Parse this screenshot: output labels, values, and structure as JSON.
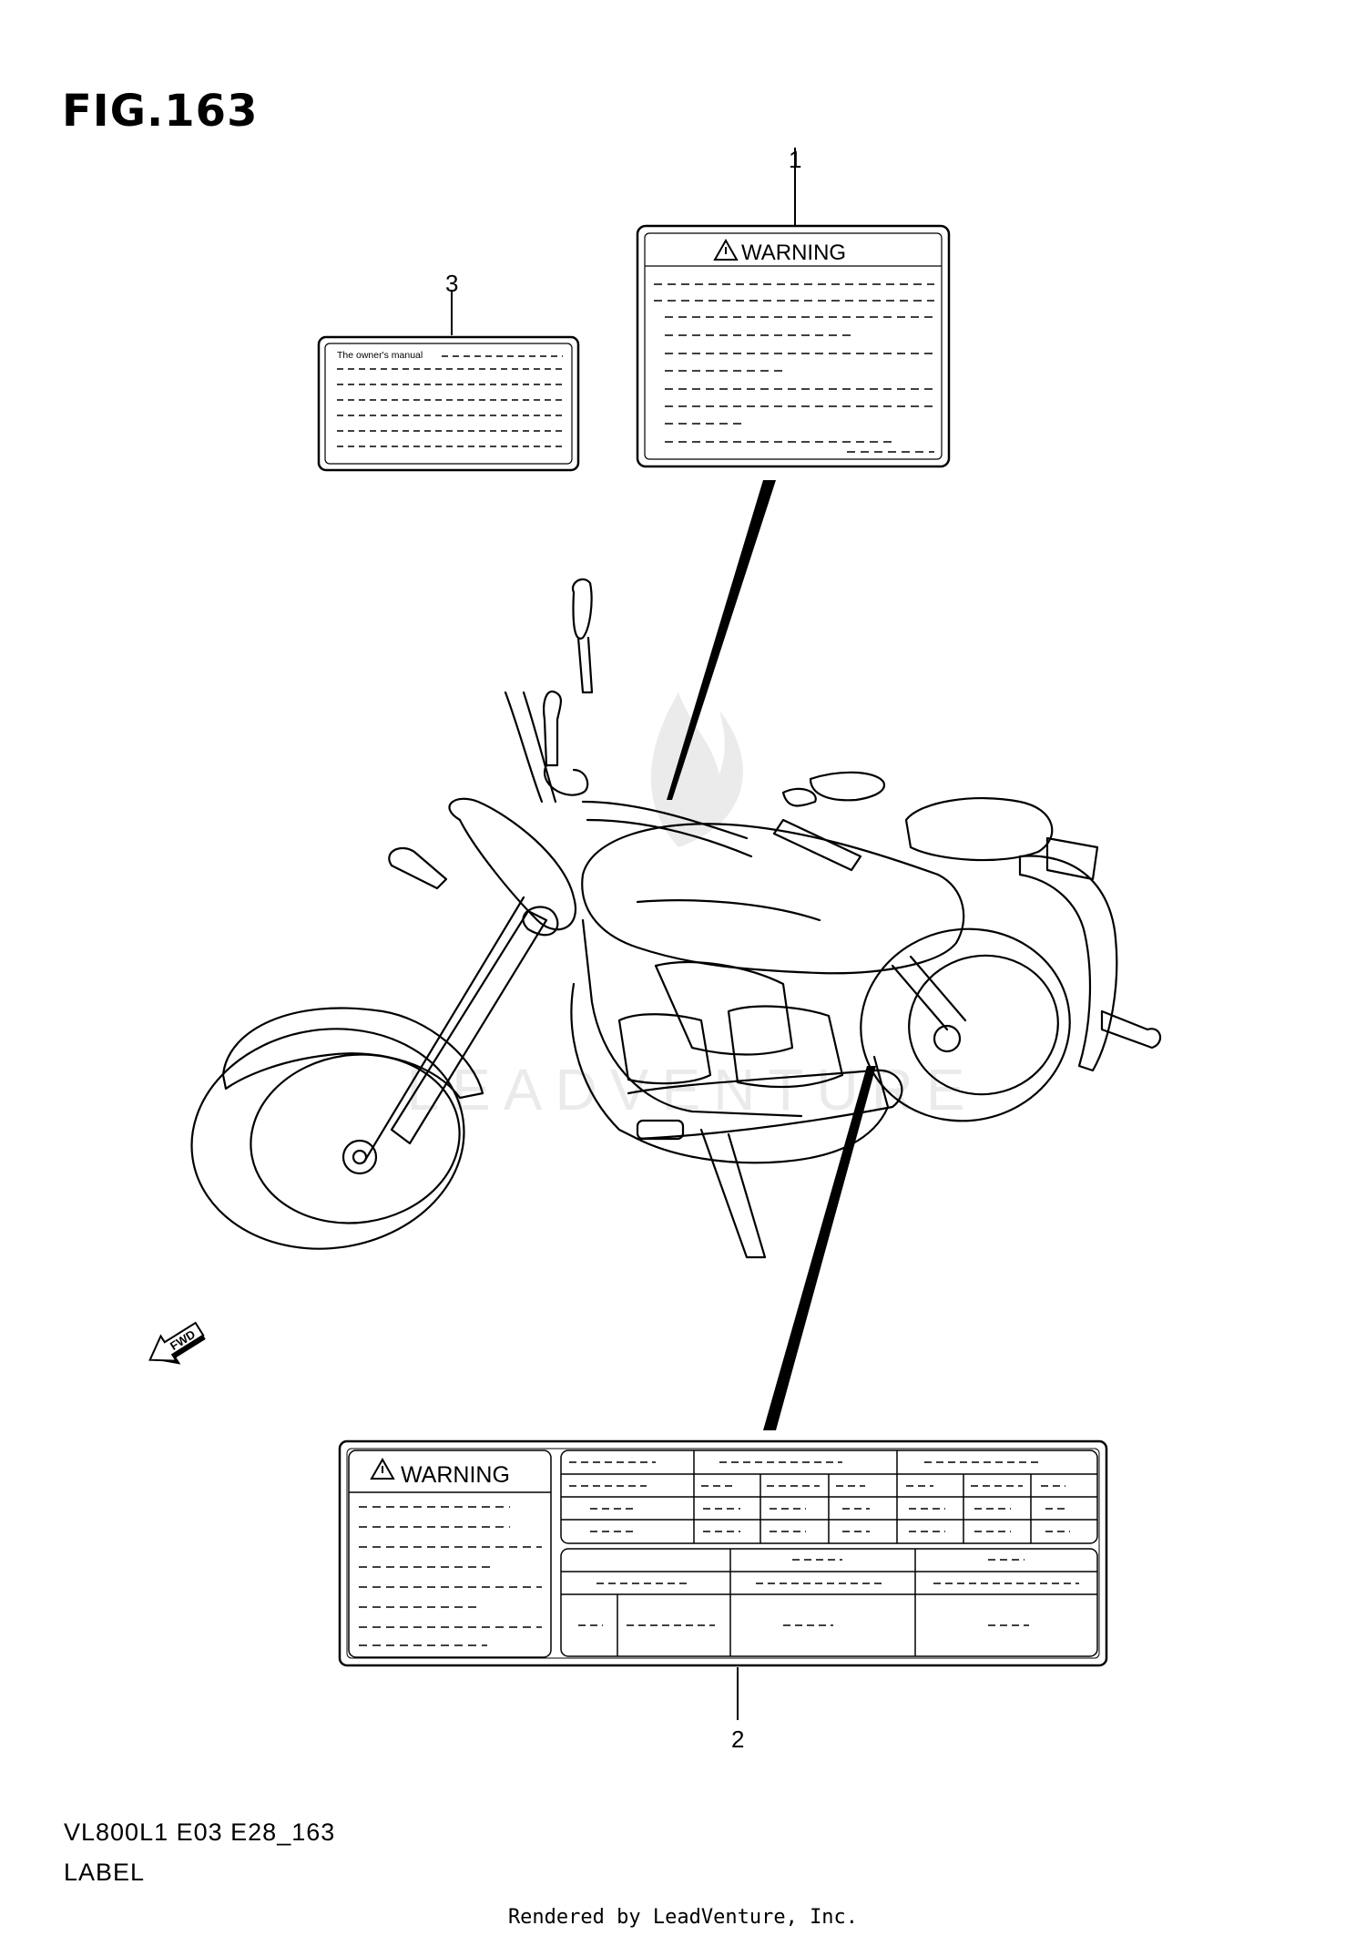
{
  "figure": {
    "title": "FIG.163",
    "model_code": "VL800L1 E03 E28_163",
    "name": "LABEL"
  },
  "callouts": [
    "1",
    "2",
    "3"
  ],
  "label1": {
    "heading": "WARNING",
    "icon": "warning-triangle-icon"
  },
  "label2": {
    "heading": "WARNING",
    "icon": "warning-triangle-icon"
  },
  "label3": {
    "text": "The owner's manual"
  },
  "direction_arrow": {
    "text": "FWD",
    "icon": "fwd-arrow-icon"
  },
  "watermark": {
    "text": "LEADVENTURE",
    "icon": "leadventure-flame-logo"
  },
  "footer": {
    "rendered_by": "Rendered by LeadVenture, Inc."
  }
}
